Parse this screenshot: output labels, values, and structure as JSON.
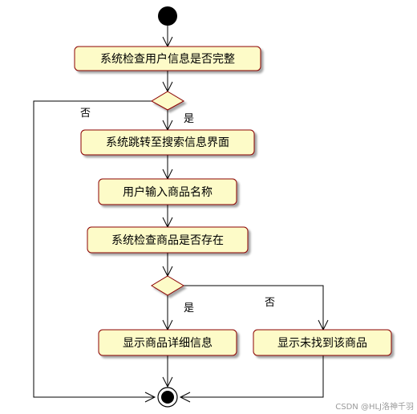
{
  "diagram": {
    "activities": {
      "check_user_info": "系统检查用户信息是否完整",
      "jump_to_search": "系统跳转至搜索信息界面",
      "input_product": "用户输入商品名称",
      "check_product": "系统检查商品是否存在",
      "show_details": "显示商品详细信息",
      "show_not_found": "显示未找到该商品"
    },
    "labels": {
      "d1_no": "否",
      "d1_yes": "是",
      "d2_yes": "是",
      "d2_no": "否"
    },
    "watermark": "CSDN @HLJ洛神千羽",
    "colors": {
      "activity_fill": "#fdfbc8",
      "activity_stroke": "#8b0000",
      "line": "#000000"
    }
  }
}
